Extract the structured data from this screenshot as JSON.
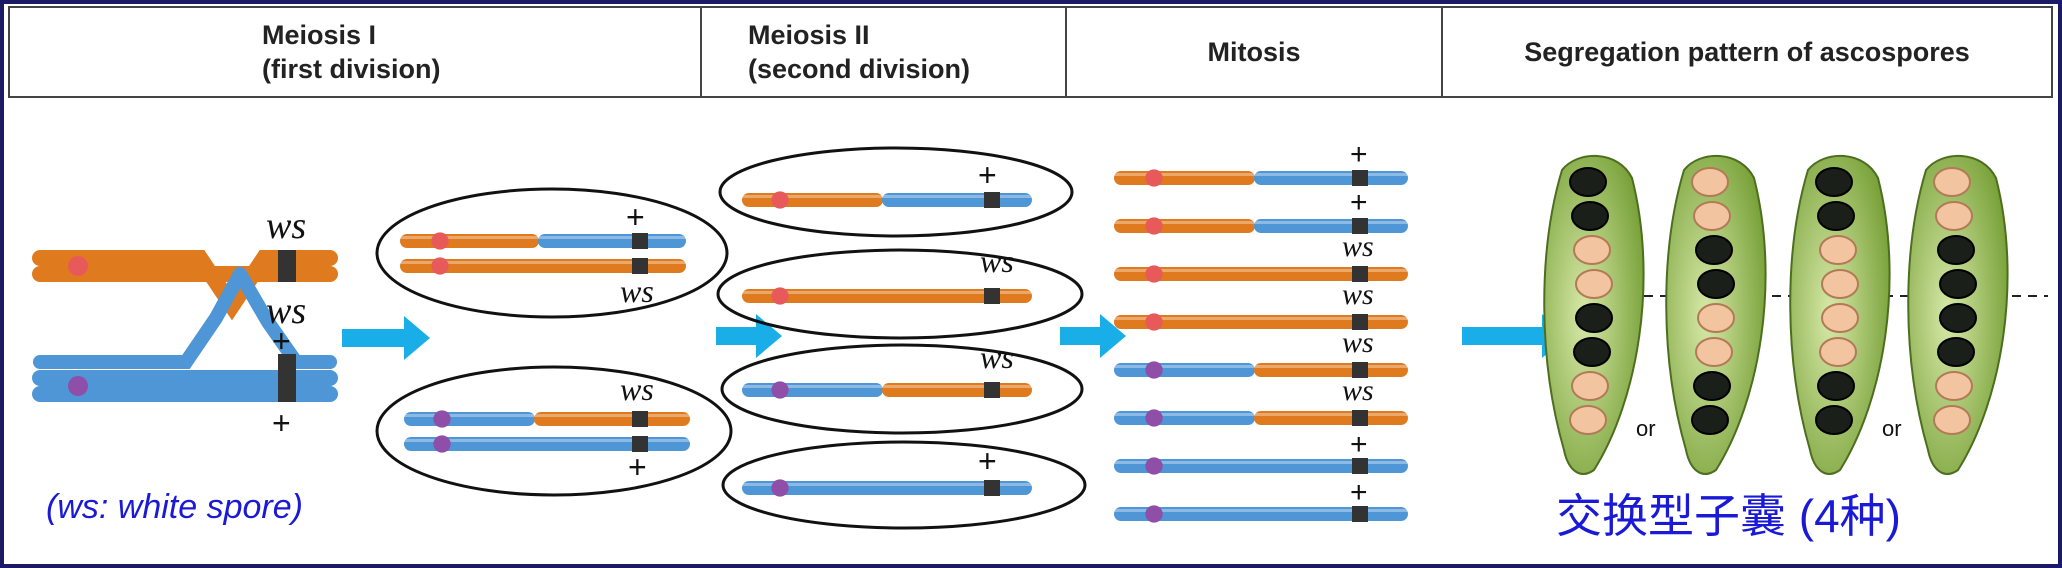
{
  "headers": {
    "meiosis1": [
      "Meiosis I",
      "(first division)"
    ],
    "meiosis2": [
      "Meiosis II",
      "(second division)"
    ],
    "mitosis": "Mitosis",
    "segregation": "Segregation pattern of ascospores"
  },
  "gene": {
    "ws": "ws",
    "plus": "+"
  },
  "legend": "(ws: white spore)",
  "asci": {
    "or_label": "or",
    "caption": "交换型子囊 (4种)",
    "patterns": [
      [
        "dark",
        "dark",
        "light",
        "light",
        "dark",
        "dark",
        "light",
        "light"
      ],
      [
        "light",
        "light",
        "dark",
        "dark",
        "light",
        "light",
        "dark",
        "dark"
      ],
      [
        "dark",
        "dark",
        "light",
        "light",
        "light",
        "light",
        "dark",
        "dark"
      ],
      [
        "light",
        "light",
        "dark",
        "dark",
        "dark",
        "dark",
        "light",
        "light"
      ]
    ]
  },
  "colors": {
    "orange": "#e07a1f",
    "blue": "#4f96d6",
    "arrow": "#1aaee8",
    "centromere_orange": "#e85a5a",
    "centromere_blue": "#8f4fa8",
    "band": "#333333",
    "legend_text": "#1a1ad6",
    "ascus_green": "#6f9a2e",
    "spore_dark": "#1a1f1a",
    "spore_light": "#f3c4a0"
  }
}
